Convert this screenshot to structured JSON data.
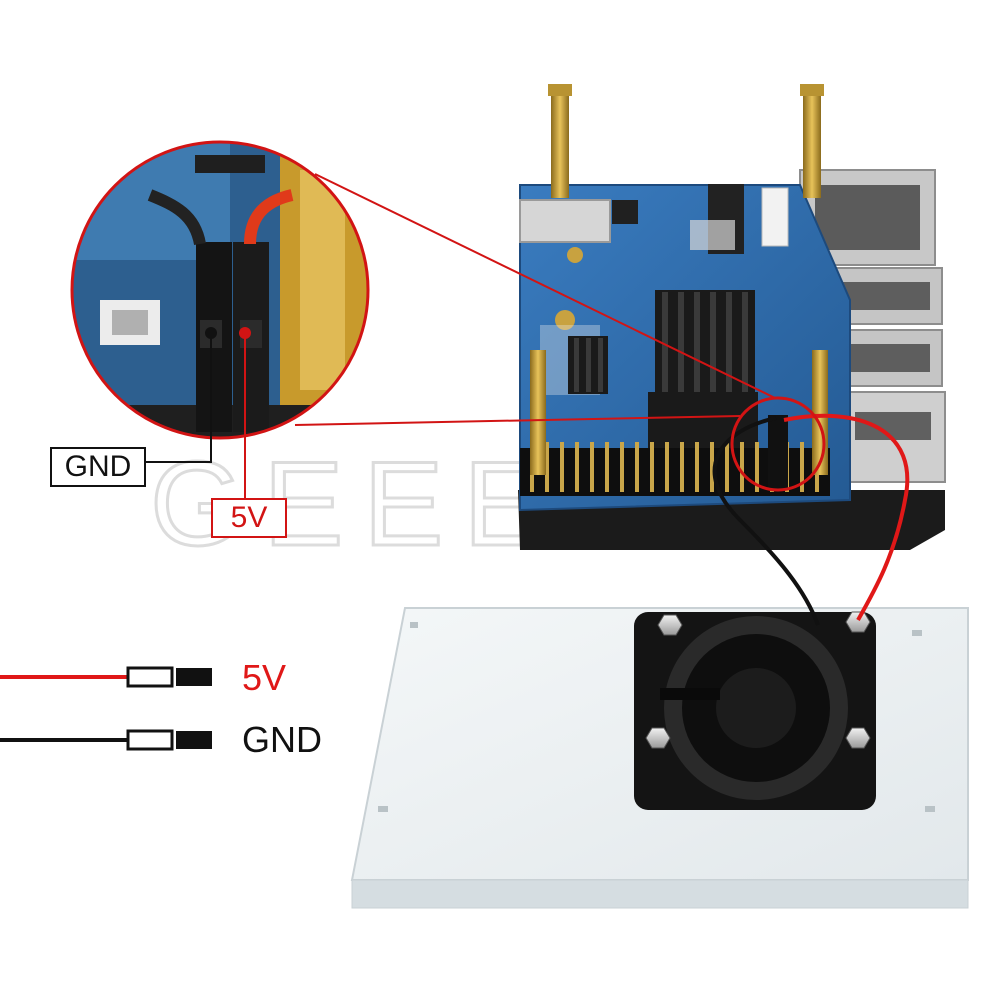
{
  "image": {
    "watermark": "GEEEKPI",
    "callout": {
      "gnd_label": "GND",
      "v5_label": "5V"
    },
    "legend": [
      {
        "label": "5V",
        "wire_color": "#e01818"
      },
      {
        "label": "GND",
        "wire_color": "#111111"
      }
    ],
    "colors": {
      "board": "#2f6fb0",
      "heatsink": "#1a1a1a",
      "acrylic": "#eef2f4",
      "fan": "#141414",
      "red_wire": "#e01818",
      "black_wire": "#111111",
      "callout_line": "#d21414"
    }
  }
}
